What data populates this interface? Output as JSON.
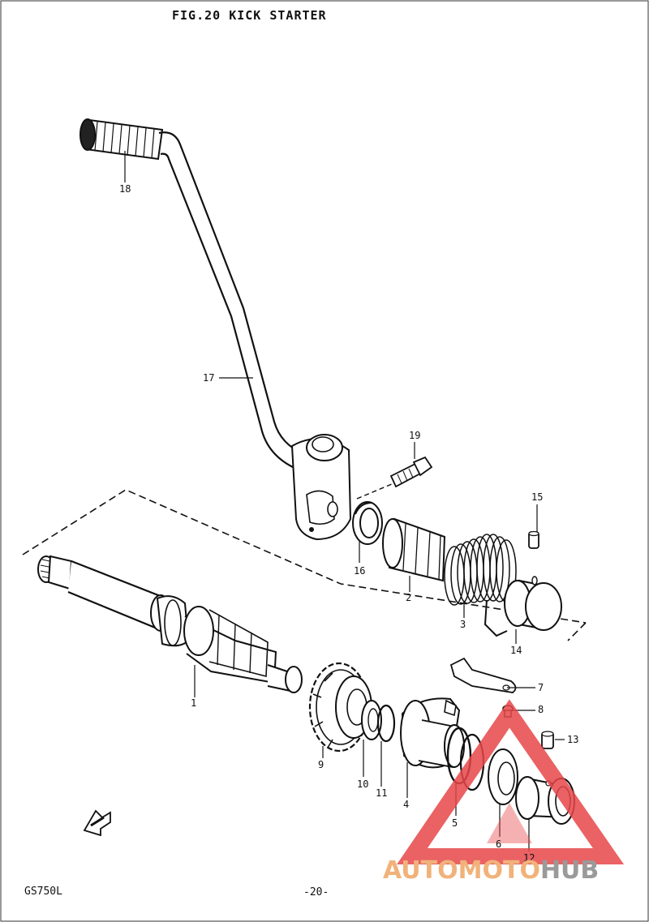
{
  "figure": {
    "title": "FIG.20  KICK STARTER",
    "model": "GS750L",
    "page_number": "-20-"
  },
  "callouts": [
    {
      "id": "18",
      "label": "18"
    },
    {
      "id": "17",
      "label": "17"
    },
    {
      "id": "19",
      "label": "19"
    },
    {
      "id": "15",
      "label": "15"
    },
    {
      "id": "16",
      "label": "16"
    },
    {
      "id": "2",
      "label": "2"
    },
    {
      "id": "3",
      "label": "3"
    },
    {
      "id": "14",
      "label": "14"
    },
    {
      "id": "7",
      "label": "7"
    },
    {
      "id": "8",
      "label": "8"
    },
    {
      "id": "13",
      "label": "13"
    },
    {
      "id": "1",
      "label": "1"
    },
    {
      "id": "9",
      "label": "9"
    },
    {
      "id": "10",
      "label": "10"
    },
    {
      "id": "11",
      "label": "11"
    },
    {
      "id": "4",
      "label": "4"
    },
    {
      "id": "5",
      "label": "5"
    },
    {
      "id": "6",
      "label": "6"
    },
    {
      "id": "12",
      "label": "12"
    }
  ],
  "watermark": {
    "part1": "AUTOMOTO",
    "part2": "HUB",
    "color_primary": "#f1b27a",
    "color_secondary": "#9a9a9a",
    "triangle_color": "#e7474a"
  }
}
